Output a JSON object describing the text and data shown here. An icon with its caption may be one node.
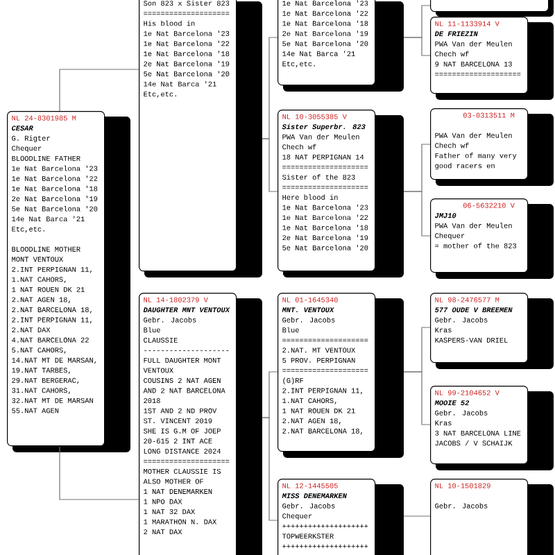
{
  "diagram": {
    "nodes": [
      {
        "text": [
          "NL 24-8301985 M",
          "CESAR",
          "G. Rigter",
          "Chequer",
          "BLOODLINE FATHER",
          "1e Nat Barcelona '23",
          "1e Nat Barcelona '22",
          "1e Nat Barcelona '18",
          "2e Nat Barcelona '19",
          "5e Nat Barcelona '20",
          "14e Nat Barca '21",
          "Etc,etc.",
          "BLOODLINE MOTHER",
          "MONT VENTOUX",
          "2.INT PERPIGNAN 11,",
          "1.NAT CAHORS,",
          "1 NAT ROUEN DK 21",
          "2.NAT AGEN 18,",
          "2.NAT BARCELONA 18,",
          "2.INT PERPIGNAN 11,",
          "2.NAT DAX",
          "4.NAT BARCELONA 22",
          "5.NAT CAHORS,",
          "14.NAT MT DE MARSAN,",
          "19.NAT TARBES,",
          "29.NAT BERGERAC,",
          "31.NAT CAHORS,",
          "32.NAT MT DE MARSAN",
          "55.NAT AGEN"
        ]
      },
      {
        "text": [
          "Son 823 x Sister 823",
          "====================",
          "His blood in",
          "1e Nat Barcelona '23",
          "1e Nat Barcelona '22",
          "1e Nat Barcelona '18",
          "2e Nat Barcelona '19",
          "5e Nat Barcelona '20",
          "14e Nat Barca '21",
          "Etc,etc."
        ]
      },
      {
        "text": [
          "NL 14-1802379 V",
          "DAUGHTER MNT VENTOUX",
          "Gebr. Jacobs",
          "Blue",
          "CLAUSSIE",
          "--------------------",
          "FULL DAUGHTER MONT VENTOUX",
          "COUSINS 2 NAT AGEN AND 2 NAT BARCELONA 2018",
          "1ST AND 2 ND PROV ST. VINCENT 2019",
          "SHE IS G.M OF JOEP 20-615 2 INT ACE LONG DISTANCE 2024",
          "====================",
          "MOTHER CLAUSSIE IS ALSO MOTHER OF",
          "1 NAT DENEMARKEN",
          "1 NPO DAX",
          "1 NAT 32 DAX",
          "1 MARATHON N. DAX",
          "2 NAT DAX"
        ]
      },
      {
        "text": [
          "1e Nat Barcelona '23",
          "1e Nat Barcelona '22",
          "1e Nat Barcelona '18",
          "2e Nat Barcelona '19",
          "5e Nat Barcelona '20",
          "14e Nat Barca '21",
          "Etc,etc."
        ]
      },
      {
        "text": [
          "NL 10-3055385 V",
          "Sister Superbr. 823",
          "PWA Van der Meulen",
          "Chech wf",
          "18 NAT PERPIGNAN 14",
          "====================",
          "Sister of the 823",
          "====================",
          "Here blood in",
          "1e Nat Barcelona '23",
          "1e Nat Barcelona '22",
          "1e Nat Barcelona '18",
          "2e Nat Barcelona '19",
          "5e Nat Barcelona '20"
        ]
      },
      {
        "text": [
          "NL 01-1645340",
          "MNT. VENTOUX",
          "Gebr. Jacobs",
          "Blue",
          "====================",
          "2.NAT. MT VENTOUX",
          "5 PROV. PERPIGNAN",
          "====================",
          "(G)RF",
          "2.INT PERPIGNAN 11,",
          "1.NAT CAHORS,",
          "1 NAT ROUEN DK 21",
          "2.NAT AGEN 18,",
          "2.NAT BARCELONA 18,"
        ]
      },
      {
        "text": [
          "NL 12-1445505",
          "MISS DENEMARKEN",
          "Gebr. Jacobs",
          "Chequer",
          "++++++++++++++++++++",
          "TOPWEERKSTER",
          "++++++++++++++++++++"
        ]
      },
      {
        "text": [],
        "shape": "box"
      },
      {
        "text": [
          "NL 11-1133914 V",
          "DE FRIEZIN",
          "PWA Van der Meulen",
          "Chech wf",
          "9 NAT BARCELONA 13",
          "===================="
        ]
      },
      {
        "text": [
          "03-0313511 M",
          "PWA Van der Meulen",
          "Chech wf",
          "Father of many very good racers en"
        ]
      },
      {
        "text": [
          "06-5632210 V",
          "JMJ10",
          "PWA Van der Meulen",
          "Chequer",
          "= mother of the 823"
        ]
      },
      {
        "text": [
          "NL 98-2476577 M",
          "577 OUDE V BREEMEN",
          "Gebr. Jacobs",
          "Kras",
          "KASPERS-VAN DRIEL"
        ]
      },
      {
        "text": [
          "NL 99-2104652 V",
          "MOOIE 52",
          "Gebr. Jacobs",
          "Kras",
          "3 NAT BARCELONA LINE JACOBS / V SCHAIJK"
        ]
      },
      {
        "text": [
          "NL 10-1501829",
          "Gebr. Jacobs"
        ]
      }
    ],
    "edges": [
      {
        "from": 0,
        "to": 1,
        "arrow": "none"
      },
      {
        "from": 0,
        "to": 2,
        "arrow": "none"
      },
      {
        "from": 1,
        "to": 3,
        "arrow": "none"
      },
      {
        "from": 1,
        "to": 4,
        "arrow": "none"
      },
      {
        "from": 2,
        "to": 5,
        "arrow": "none"
      },
      {
        "from": 2,
        "to": 6,
        "arrow": "none"
      },
      {
        "from": 3,
        "to": 7,
        "arrow": "none"
      },
      {
        "from": 3,
        "to": 8,
        "arrow": "none"
      },
      {
        "from": 4,
        "to": 9,
        "arrow": "none"
      },
      {
        "from": 4,
        "to": 10,
        "arrow": "none"
      },
      {
        "from": 5,
        "to": 11,
        "arrow": "none"
      },
      {
        "from": 5,
        "to": 12,
        "arrow": "none"
      },
      {
        "from": 6,
        "to": 13,
        "arrow": "none"
      }
    ]
  }
}
